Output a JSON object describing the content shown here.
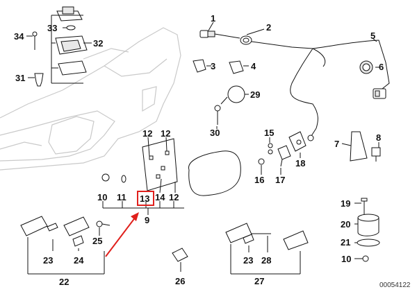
{
  "diagram": {
    "reference_code": "00054122",
    "highlighted_callout": "13",
    "highlight_color": "#e0201c",
    "callouts": {
      "c1": "1",
      "c2": "2",
      "c3": "3",
      "c4": "4",
      "c5": "5",
      "c6": "6",
      "c7": "7",
      "c8": "8",
      "c9": "9",
      "c10a": "10",
      "c10b": "10",
      "c11": "11",
      "c12a": "12",
      "c12b": "12",
      "c12c": "12",
      "c13": "13",
      "c14": "14",
      "c15": "15",
      "c16": "16",
      "c17": "17",
      "c18": "18",
      "c19": "19",
      "c20": "20",
      "c21": "21",
      "c22": "22",
      "c23a": "23",
      "c23b": "23",
      "c24": "24",
      "c25": "25",
      "c26": "26",
      "c27": "27",
      "c28": "28",
      "c29": "29",
      "c30": "30",
      "c31": "31",
      "c32": "32",
      "c33": "33",
      "c34": "34"
    }
  }
}
